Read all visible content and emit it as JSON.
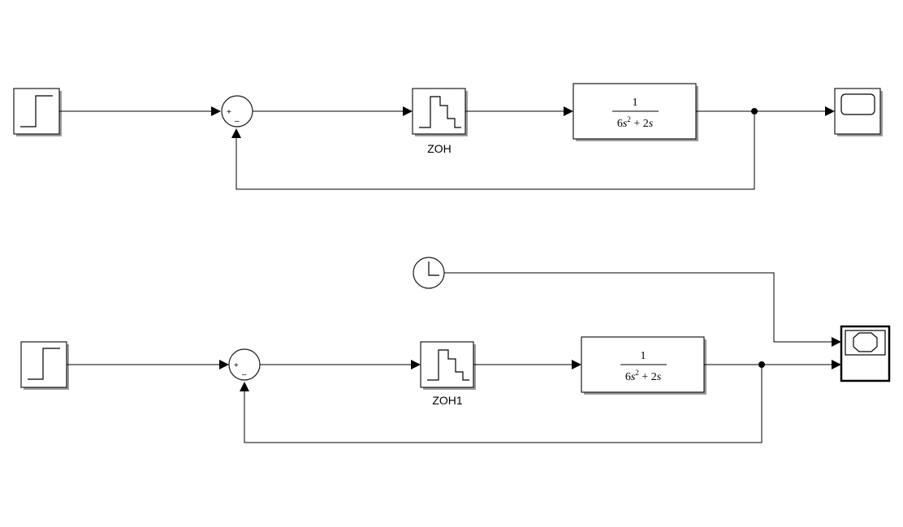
{
  "diagram_1": {
    "zoh_label": "ZOH",
    "sum_plus": "+",
    "sum_minus": "–",
    "tf_numerator": "1",
    "tf_den_1": "6",
    "tf_den_s1": "s",
    "tf_den_exp": "2",
    "tf_den_2": " + 2",
    "tf_den_s2": "s"
  },
  "diagram_2": {
    "zoh_label": "ZOH1",
    "sum_plus": "+",
    "sum_minus": "–",
    "tf_numerator": "1",
    "tf_den_1": "6",
    "tf_den_s1": "s",
    "tf_den_exp": "2",
    "tf_den_2": " + 2",
    "tf_den_s2": "s"
  },
  "icons": {
    "step": "step-source-icon",
    "sum": "sum-junction-icon",
    "zoh": "zero-order-hold-icon",
    "scope": "scope-icon",
    "clock": "clock-icon"
  }
}
